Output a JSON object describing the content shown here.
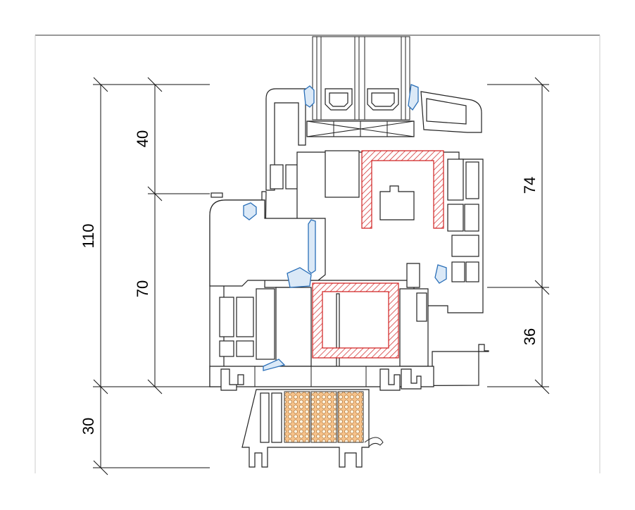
{
  "dimensions": {
    "left_total": "110",
    "left_top": "40",
    "left_middle": "70",
    "left_bottom": "30",
    "right_top": "74",
    "right_bottom": "36"
  },
  "colors": {
    "reinforcement": "#d02020",
    "gasket": "#2a6fb8",
    "insulation": "#f0a040"
  }
}
